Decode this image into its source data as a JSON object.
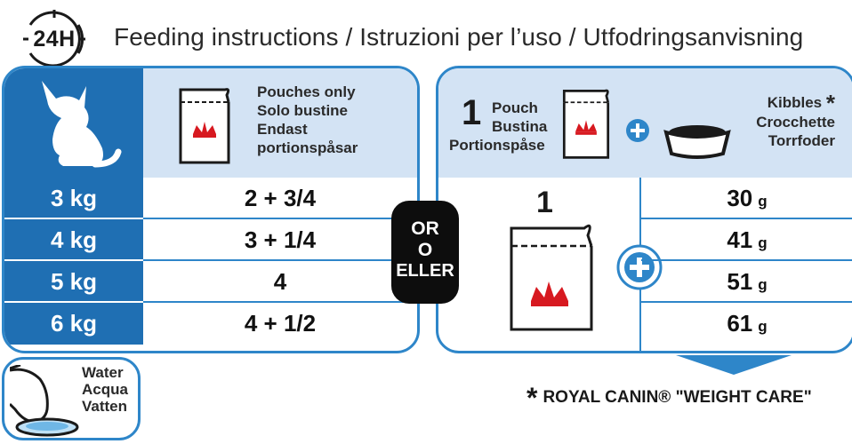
{
  "header": {
    "clock_label": "24H",
    "title": "Feeding instructions / Istruzioni per l’uso / Utfodringsanvisning"
  },
  "left_table": {
    "header_lines": [
      "Pouches only",
      "Solo bustine",
      "Endast",
      "portionspåsar"
    ],
    "rows": [
      {
        "weight": "3 kg",
        "portion": "2 + 3/4"
      },
      {
        "weight": "4 kg",
        "portion": "3 + 1/4"
      },
      {
        "weight": "5 kg",
        "portion": "4"
      },
      {
        "weight": "6 kg",
        "portion": "4 + 1/2"
      }
    ]
  },
  "or_badge": {
    "line1": "OR",
    "line2": "O",
    "line3": "ELLER"
  },
  "right_table": {
    "pouch_count": "1",
    "pouch_lines": [
      "Pouch",
      "Bustina",
      "Portionspåse"
    ],
    "kibble_lines": [
      "Kibbles",
      "Crocchette",
      "Torrfoder"
    ],
    "kibble_star": "*",
    "body_pouch_count": "1",
    "gram_unit": "g",
    "grams": [
      "30",
      "41",
      "51",
      "61"
    ]
  },
  "water": {
    "lines": [
      "Water",
      "Acqua",
      "Vatten"
    ]
  },
  "footnote": {
    "star": "*",
    "text": "ROYAL CANIN® \"WEIGHT CARE\""
  },
  "colors": {
    "blue": "#1f6fb3",
    "border": "#2e86c9",
    "light_blue": "#d3e3f4",
    "red": "#d71920"
  }
}
